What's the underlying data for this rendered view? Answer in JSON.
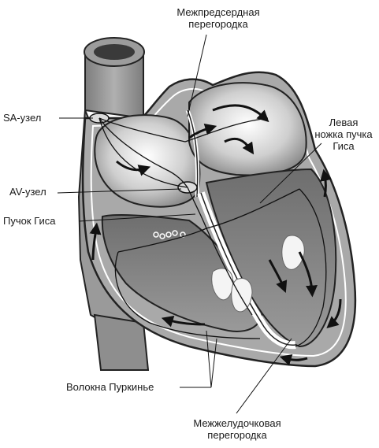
{
  "labels": {
    "interatrial_septum": [
      "Межпредсердная",
      "перегородка"
    ],
    "sa_node": "SA-узел",
    "left_bundle_branch": [
      "Левая",
      "ножка пучка",
      "Гиса"
    ],
    "av_node": "AV-узел",
    "bundle_of_his": "Пучок Гиса",
    "purkinje_fibers": "Волокна Пуркинье",
    "interventricular_septum": [
      "Межжелудочковая",
      "перегородка"
    ]
  }
}
